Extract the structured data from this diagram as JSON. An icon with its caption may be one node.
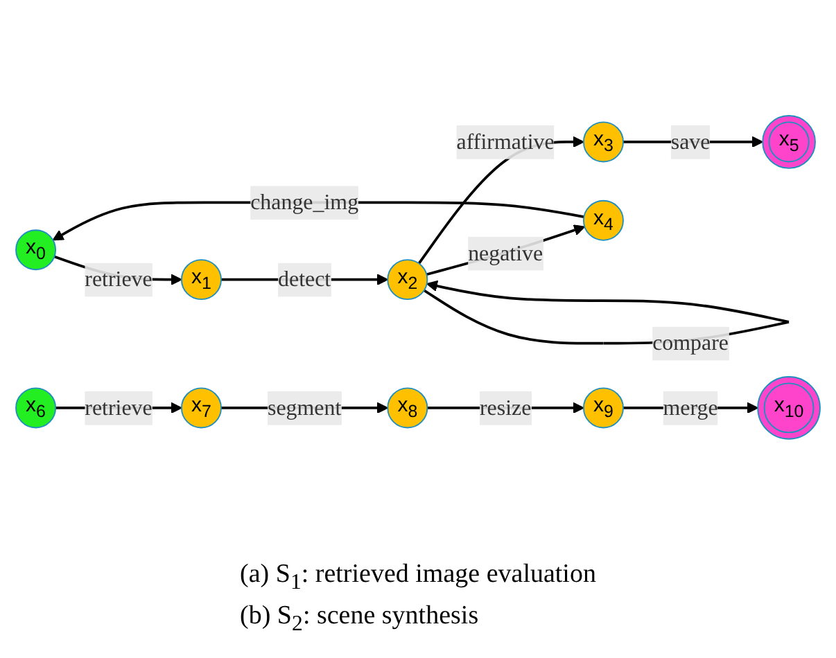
{
  "diagram": {
    "nodes": [
      {
        "text": [
          "x$_{0}$"
        ]
      },
      {
        "text": [
          "x$_{1}$"
        ]
      },
      {
        "text": [
          "x$_{2}$"
        ]
      },
      {
        "text": [
          "x$_{3}$"
        ]
      },
      {
        "text": [
          "x$_{4}$"
        ]
      },
      {
        "text": [
          "x$_{5}$"
        ]
      },
      {
        "text": [
          "x$_{6}$"
        ]
      },
      {
        "text": [
          "x$_{7}$"
        ]
      },
      {
        "text": [
          "x$_{8}$"
        ]
      },
      {
        "text": [
          "x$_{9}$"
        ]
      },
      {
        "text": [
          "x$_{10}$"
        ]
      }
    ],
    "edges": [
      {
        "from": 0,
        "to": 1,
        "arrow": "to",
        "label": "retrieve"
      },
      {
        "from": 1,
        "to": 2,
        "arrow": "to",
        "label": "detect"
      },
      {
        "from": 2,
        "to": 2,
        "arrow": "to",
        "label": "compare"
      },
      {
        "from": 2,
        "to": 3,
        "arrow": "to",
        "label": "affirmative"
      },
      {
        "from": 2,
        "to": 4,
        "arrow": "to",
        "label": "negative"
      },
      {
        "from": 3,
        "to": 5,
        "arrow": "to",
        "label": "save"
      },
      {
        "from": 4,
        "to": 0,
        "arrow": "to",
        "label": "change_img"
      },
      {
        "from": 6,
        "to": 7,
        "arrow": "to",
        "label": "retrieve"
      },
      {
        "from": 7,
        "to": 8,
        "arrow": "to",
        "label": "segment"
      },
      {
        "from": 8,
        "to": 9,
        "arrow": "to",
        "label": "resize"
      },
      {
        "from": 9,
        "to": 10,
        "arrow": "to",
        "label": "merge"
      }
    ],
    "labels": [
      "(a) S$_{1}$: retrieved image evaluation",
      "(b) S$_{2}$: scene synthesis"
    ]
  }
}
